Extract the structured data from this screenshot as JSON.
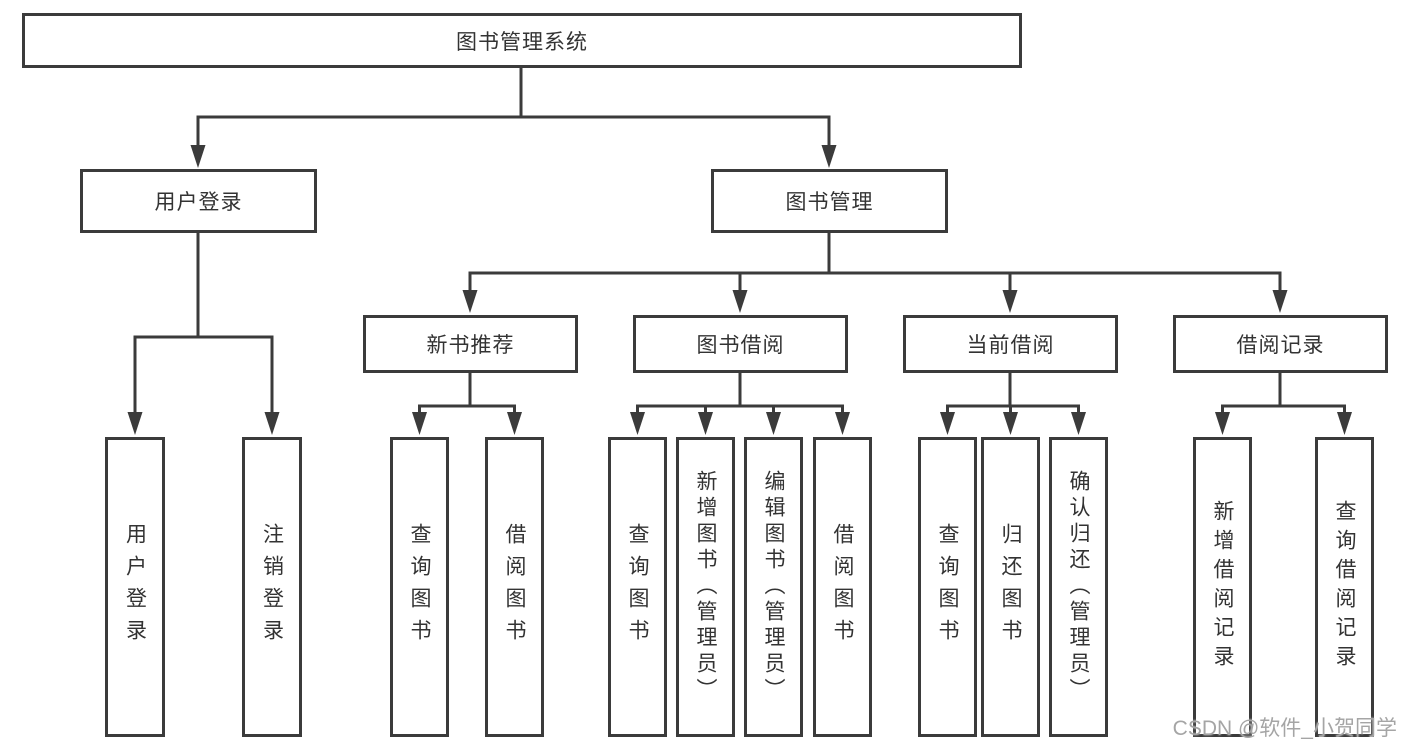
{
  "diagram": {
    "type": "hierarchy-tree",
    "root": {
      "label": "图书管理系统"
    },
    "level1": [
      {
        "label": "用户登录"
      },
      {
        "label": "图书管理"
      }
    ],
    "level2": [
      {
        "label": "新书推荐"
      },
      {
        "label": "图书借阅"
      },
      {
        "label": "当前借阅"
      },
      {
        "label": "借阅记录"
      }
    ],
    "leaves": {
      "user_login": [
        {
          "label": "用户登录"
        },
        {
          "label": "注销登录"
        }
      ],
      "new_book": [
        {
          "label": "查询图书"
        },
        {
          "label": "借阅图书"
        }
      ],
      "book_borrow": [
        {
          "label": "查询图书"
        },
        {
          "label": "新增图书（管理员）"
        },
        {
          "label": "编辑图书（管理员）"
        },
        {
          "label": "借阅图书"
        }
      ],
      "current_borrow": [
        {
          "label": "查询图书"
        },
        {
          "label": "归还图书"
        },
        {
          "label": "确认归还（管理员）"
        }
      ],
      "borrow_records": [
        {
          "label": "新增借阅记录"
        },
        {
          "label": "查询借阅记录"
        }
      ]
    },
    "watermark": "CSDN @软件_小贺同学",
    "colors": {
      "line": "#3b3b3b",
      "text": "#333333",
      "background": "#ffffff",
      "watermark": "#a5a5a5"
    }
  }
}
